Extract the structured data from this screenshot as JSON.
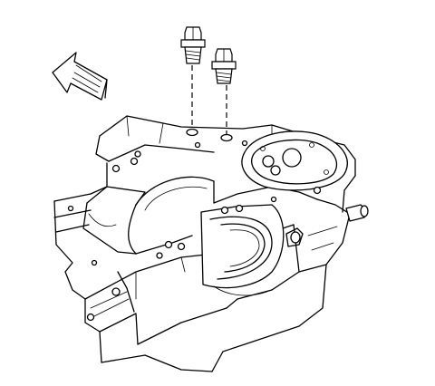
{
  "figure": {
    "subject": "engine-block-lower-crankcase-with-oil-gallery-plugs",
    "colors": {
      "line": "#000000",
      "background": "#ffffff"
    },
    "icons": [
      "direction-arrow-icon"
    ],
    "parts": [
      "oil-gallery-plug-left",
      "oil-gallery-plug-right",
      "main-bearing-cap",
      "oil-pump-mount-face"
    ]
  }
}
